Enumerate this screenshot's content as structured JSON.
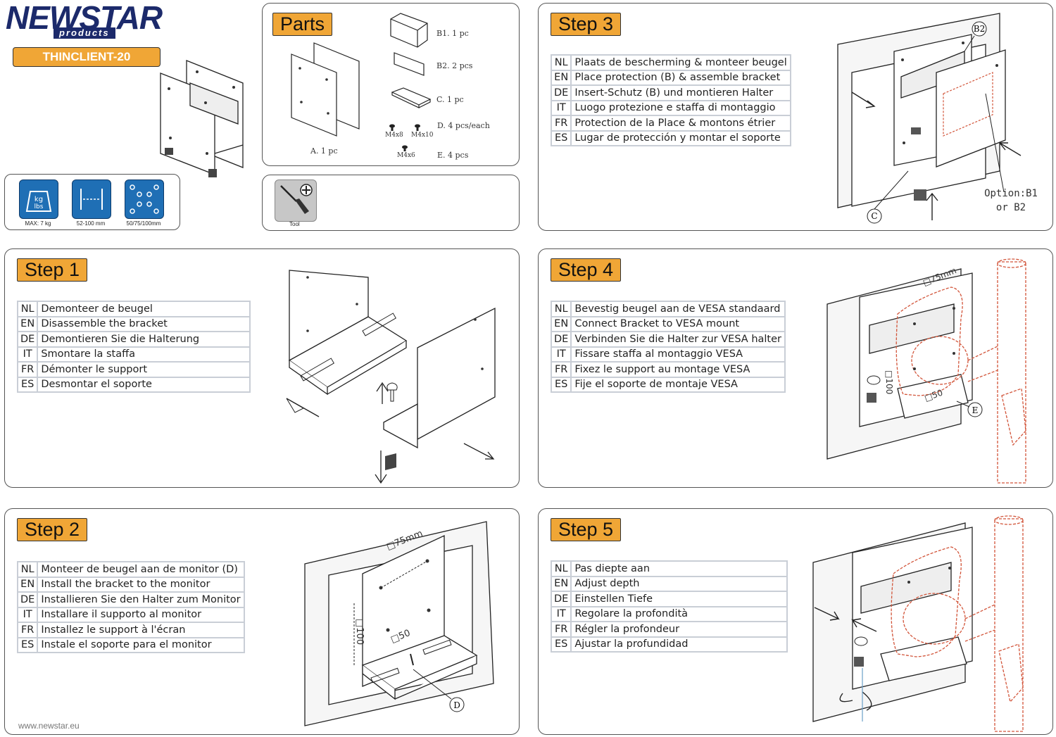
{
  "brand": {
    "name": "NEWSTAR",
    "sub": "products",
    "model": "THINCLIENT-20",
    "url": "www.newstar.eu"
  },
  "specs": [
    {
      "icon": "weight-icon",
      "label": "MAX: 7 kg",
      "icon_text_1": "kg",
      "icon_text_2": "lbs"
    },
    {
      "icon": "width-range-icon",
      "label": "52-100 mm"
    },
    {
      "icon": "vesa-pattern-icon",
      "label": "50/75/100mm"
    }
  ],
  "parts": {
    "title": "Parts",
    "items": [
      {
        "label": "A. 1  pc"
      },
      {
        "label": "B1. 1  pc"
      },
      {
        "label": "B2. 2  pcs"
      },
      {
        "label": "C. 1  pc"
      },
      {
        "label": "D. 4  pcs/each"
      },
      {
        "label": "E. 4  pcs"
      }
    ],
    "screws": [
      "M4x8",
      "M4x10",
      "M4x6"
    ]
  },
  "tool": {
    "label": "Tool"
  },
  "steps": [
    {
      "title": "Step 1",
      "rows": [
        {
          "code": "NL",
          "text": "Demonteer de beugel"
        },
        {
          "code": "EN",
          "text": "Disassemble the bracket"
        },
        {
          "code": "DE",
          "text": "Demontieren Sie die Halterung"
        },
        {
          "code": "IT",
          "text": "Smontare la staffa"
        },
        {
          "code": "FR",
          "text": "Démonter le support"
        },
        {
          "code": "ES",
          "text": "Desmontar el soporte"
        }
      ]
    },
    {
      "title": "Step 2",
      "rows": [
        {
          "code": "NL",
          "text": "Monteer de beugel aan de monitor (D)"
        },
        {
          "code": "EN",
          "text": "Install the bracket to the monitor"
        },
        {
          "code": "DE",
          "text": "Installieren Sie den Halter zum Monitor"
        },
        {
          "code": "IT",
          "text": "Installare il supporto al monitor"
        },
        {
          "code": "FR",
          "text": "Installez le support à l'écran"
        },
        {
          "code": "ES",
          "text": "Instale el soporte para el monitor"
        }
      ],
      "labels": {
        "v75": "□75mm",
        "v100": "□100",
        "v50": "□50",
        "part": "D"
      }
    },
    {
      "title": "Step 3",
      "rows": [
        {
          "code": "NL",
          "text": "Plaats de bescherming & monteer beugel"
        },
        {
          "code": "EN",
          "text": "Place protection (B) & assemble bracket"
        },
        {
          "code": "DE",
          "text": "Insert-Schutz (B) und montieren Halter"
        },
        {
          "code": "IT",
          "text": "Luogo protezione e staffa di montaggio"
        },
        {
          "code": "FR",
          "text": "Protection de la Place & montons étrier"
        },
        {
          "code": "ES",
          "text": "Lugar de protección y montar el soporte"
        }
      ],
      "labels": {
        "b2": "B2",
        "c": "C",
        "option_1": "Option:B1",
        "option_2": "or B2"
      }
    },
    {
      "title": "Step 4",
      "rows": [
        {
          "code": "NL",
          "text": "Bevestig beugel aan de VESA standaard"
        },
        {
          "code": "EN",
          "text": "Connect Bracket to VESA mount"
        },
        {
          "code": "DE",
          "text": "Verbinden Sie die Halter zur VESA halter"
        },
        {
          "code": "IT",
          "text": "Fissare staffa al montaggio VESA"
        },
        {
          "code": "FR",
          "text": "Fixez le support au montage VESA"
        },
        {
          "code": "ES",
          "text": "Fije el soporte de montaje VESA"
        }
      ],
      "labels": {
        "v75": "□75mm",
        "v100": "□100",
        "v50": "□50",
        "part": "E"
      }
    },
    {
      "title": "Step 5",
      "rows": [
        {
          "code": "NL",
          "text": "Pas diepte aan"
        },
        {
          "code": "EN",
          "text": "Adjust depth"
        },
        {
          "code": "DE",
          "text": "Einstellen Tiefe"
        },
        {
          "code": "IT",
          "text": "Regolare la profondità"
        },
        {
          "code": "FR",
          "text": "Régler la profondeur"
        },
        {
          "code": "ES",
          "text": "Ajustar la profundidad"
        }
      ]
    }
  ],
  "colors": {
    "accent": "#f0a636",
    "brand": "#1c2a6b",
    "icon_blue": "#1f6fb5",
    "red_drawing": "#d2553a",
    "table_border": "#c9ced6"
  }
}
